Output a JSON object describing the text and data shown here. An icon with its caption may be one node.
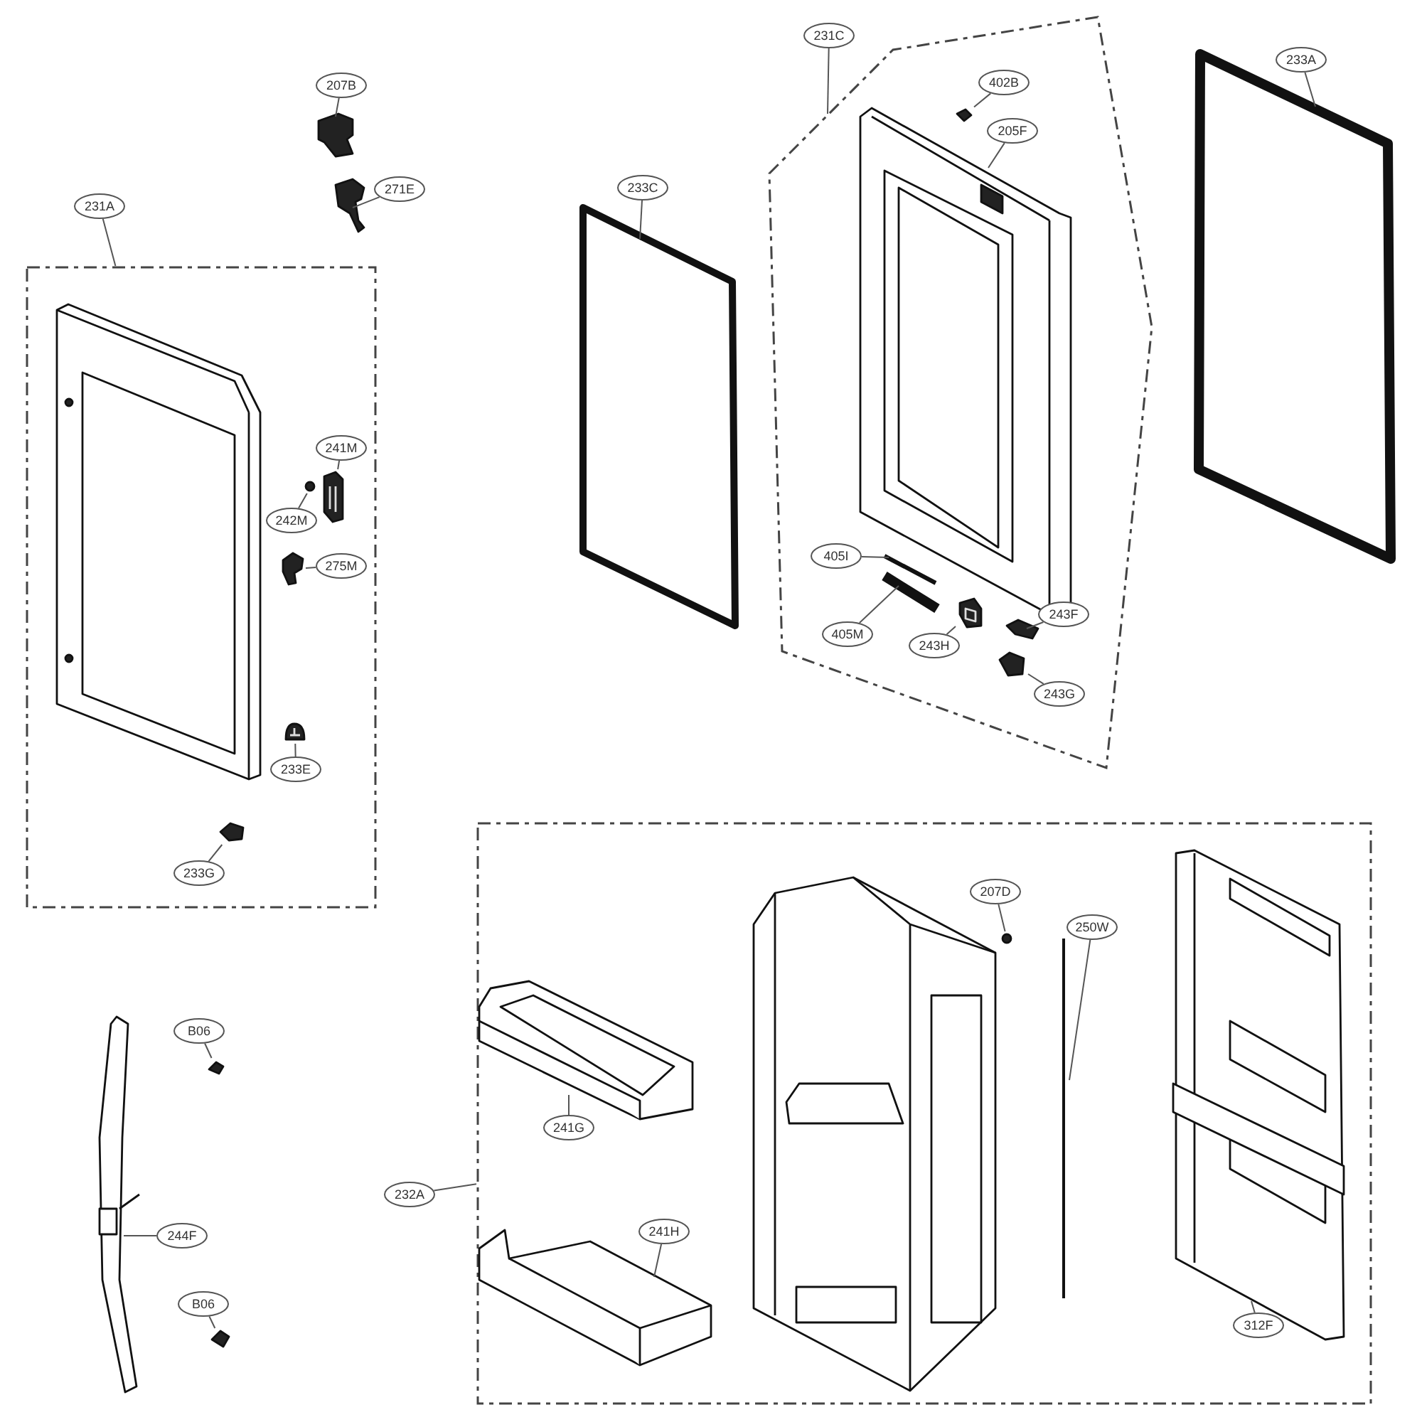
{
  "diagram": {
    "nodes": [
      {
        "text": [
          "207B"
        ]
      },
      {
        "text": [],
        "shape": "picture"
      },
      {
        "text": [
          "271E"
        ]
      },
      {
        "text": [],
        "shape": "picture"
      },
      {
        "text": [],
        "shape": "box"
      },
      {
        "text": [
          "231A"
        ]
      },
      {
        "text": [],
        "shape": "picture",
        "in": 4
      },
      {
        "text": [
          "241M"
        ],
        "in": 4
      },
      {
        "text": [],
        "shape": "picture",
        "in": 4
      },
      {
        "text": [
          "242M"
        ],
        "in": 4
      },
      {
        "text": [],
        "shape": "picture",
        "in": 4
      },
      {
        "text": [
          "275M"
        ],
        "in": 4
      },
      {
        "text": [],
        "shape": "picture",
        "in": 4
      },
      {
        "text": [
          "233E"
        ],
        "in": 4
      },
      {
        "text": [],
        "shape": "picture",
        "in": 4
      },
      {
        "text": [
          "233G"
        ],
        "in": 4
      },
      {
        "text": [],
        "shape": "picture",
        "in": 4
      },
      {
        "text": [
          "233C"
        ]
      },
      {
        "text": [],
        "shape": "picture"
      },
      {
        "text": [],
        "shape": "box"
      },
      {
        "text": [
          "231C"
        ]
      },
      {
        "text": [
          "402B"
        ],
        "in": 19
      },
      {
        "text": [],
        "shape": "picture",
        "in": 19
      },
      {
        "text": [
          "205F"
        ],
        "in": 19
      },
      {
        "text": [],
        "shape": "picture",
        "in": 19
      },
      {
        "text": [
          "405I"
        ],
        "in": 19
      },
      {
        "text": [],
        "shape": "picture",
        "in": 19
      },
      {
        "text": [
          "405M"
        ],
        "in": 19
      },
      {
        "text": [],
        "shape": "picture",
        "in": 19
      },
      {
        "text": [
          "243H"
        ],
        "in": 19
      },
      {
        "text": [],
        "shape": "picture",
        "in": 19
      },
      {
        "text": [
          "243F"
        ],
        "in": 19
      },
      {
        "text": [],
        "shape": "picture",
        "in": 19
      },
      {
        "text": [
          "243G"
        ],
        "in": 19
      },
      {
        "text": [],
        "shape": "picture",
        "in": 19
      },
      {
        "text": [
          "233A"
        ]
      },
      {
        "text": [],
        "shape": "picture"
      },
      {
        "text": [],
        "shape": "box"
      },
      {
        "text": [
          "232A"
        ]
      },
      {
        "text": [],
        "shape": "picture",
        "in": 37
      },
      {
        "text": [
          "241G"
        ],
        "in": 37
      },
      {
        "text": [],
        "shape": "picture",
        "in": 37
      },
      {
        "text": [
          "241H"
        ],
        "in": 37
      },
      {
        "text": [],
        "shape": "picture",
        "in": 37
      },
      {
        "text": [
          "207D"
        ],
        "in": 37
      },
      {
        "text": [],
        "shape": "picture",
        "in": 37
      },
      {
        "text": [
          "250W"
        ],
        "in": 37
      },
      {
        "text": [],
        "shape": "picture",
        "in": 37
      },
      {
        "text": [],
        "shape": "picture",
        "in": 37
      },
      {
        "text": [
          "312F"
        ],
        "in": 37
      },
      {
        "text": [],
        "shape": "picture"
      },
      {
        "text": [
          "244F"
        ]
      },
      {
        "text": [
          "B06"
        ]
      },
      {
        "text": [],
        "shape": "picture"
      },
      {
        "text": [
          "B06"
        ]
      },
      {
        "text": [],
        "shape": "picture"
      }
    ],
    "edges": [
      {
        "from": 0,
        "to": 1,
        "arrow": "none"
      },
      {
        "from": 2,
        "to": 3,
        "arrow": "none"
      },
      {
        "from": 5,
        "to": 4,
        "arrow": "none"
      },
      {
        "from": 7,
        "to": 8,
        "arrow": "none"
      },
      {
        "from": 9,
        "to": 10,
        "arrow": "none"
      },
      {
        "from": 11,
        "to": 12,
        "arrow": "none"
      },
      {
        "from": 13,
        "to": 14,
        "arrow": "none"
      },
      {
        "from": 15,
        "to": 16,
        "arrow": "none"
      },
      {
        "from": 17,
        "to": 18,
        "arrow": "none"
      },
      {
        "from": 20,
        "to": 19,
        "arrow": "none"
      },
      {
        "from": 21,
        "to": 22,
        "arrow": "none"
      },
      {
        "from": 23,
        "to": 24,
        "arrow": "none"
      },
      {
        "from": 25,
        "to": 26,
        "arrow": "none"
      },
      {
        "from": 27,
        "to": 28,
        "arrow": "none"
      },
      {
        "from": 29,
        "to": 30,
        "arrow": "none"
      },
      {
        "from": 31,
        "to": 32,
        "arrow": "none"
      },
      {
        "from": 33,
        "to": 34,
        "arrow": "none"
      },
      {
        "from": 35,
        "to": 36,
        "arrow": "none"
      },
      {
        "from": 38,
        "to": 37,
        "arrow": "none"
      },
      {
        "from": 40,
        "to": 39,
        "arrow": "none"
      },
      {
        "from": 42,
        "to": 41,
        "arrow": "none"
      },
      {
        "from": 44,
        "to": 45,
        "arrow": "none"
      },
      {
        "from": 46,
        "to": 47,
        "arrow": "none"
      },
      {
        "from": 49,
        "to": 48,
        "arrow": "none"
      },
      {
        "from": 51,
        "to": 50,
        "arrow": "none"
      },
      {
        "from": 52,
        "to": 53,
        "arrow": "none"
      },
      {
        "from": 54,
        "to": 55,
        "arrow": "none"
      }
    ]
  }
}
